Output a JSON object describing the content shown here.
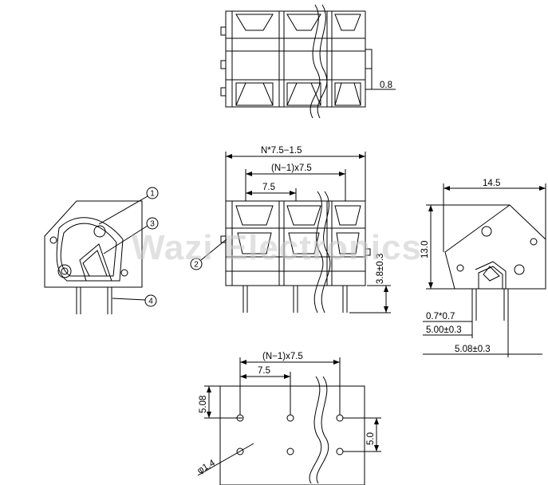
{
  "top_view": {
    "dim_plate": "0.8"
  },
  "front_view": {
    "dim_total_width": "N*7.5−1.5",
    "dim_pitch_n1": "(N−1)x7.5",
    "dim_pitch": "7.5",
    "dim_pin_height": "3.8±0.3"
  },
  "side_view": {
    "dim_depth": "14.5",
    "dim_height": "13.0",
    "dim_pin_section": "0.7*0.7",
    "dim_pin_offset": "5.00±0.3",
    "dim_pin_spacing": "5.08±0.3"
  },
  "pcb_layout": {
    "dim_pitch_n1": "(N−1)x7.5",
    "dim_pitch": "7.5",
    "dim_edge_offset": "5.08",
    "dim_row_spacing": "5.0",
    "dim_hole_diameter": "φ1.4"
  },
  "callouts": {
    "c1": "1",
    "c2": "2",
    "c3": "3",
    "c4": "4"
  },
  "watermark": "Wazi Electronics"
}
